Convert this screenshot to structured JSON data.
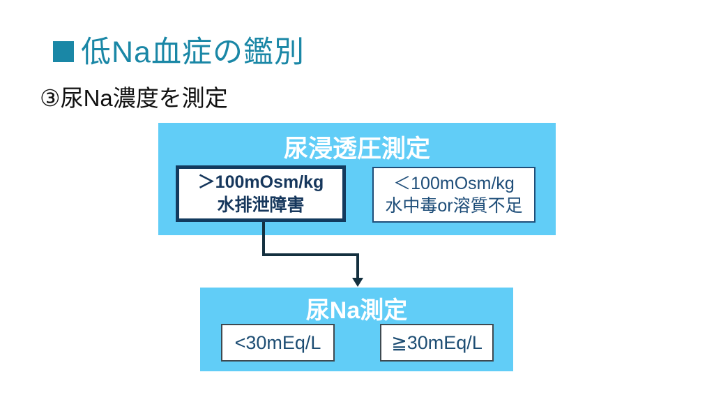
{
  "slide_title": {
    "bullet": "■",
    "text": "低Na血症の鑑別"
  },
  "subtitle": "③尿Na濃度を測定",
  "colors": {
    "title_teal": "#1A87A6",
    "panel_blue": "#61CDF7",
    "navy_text": "#1F4E79",
    "emphasis_border_navy": "#123A5E",
    "arrow_dark_navy": "#14303F",
    "background": "#FFFFFF"
  },
  "diagram": {
    "step1": {
      "title": "尿浸透圧測定",
      "left_box": {
        "line1": "＞100mOsm/kg",
        "line2": "水排泄障害"
      },
      "right_box": {
        "line1": "＜100mOsm/kg",
        "line2": "水中毒or溶質不足"
      }
    },
    "step2": {
      "title": "尿Na測定",
      "left_box": "<30mEq/L",
      "right_box": "≧30mEq/L"
    }
  }
}
